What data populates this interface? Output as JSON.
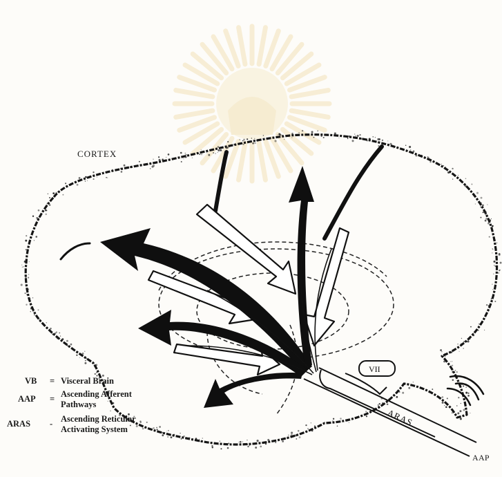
{
  "diagram": {
    "cortex_label": "CORTEX",
    "aras_label": "ARAS",
    "vii_label": "VII",
    "aap_label": "AAP",
    "legend": [
      {
        "abbr": "VB",
        "sep": "=",
        "definition": [
          "Visceral Brain"
        ]
      },
      {
        "abbr": "AAP",
        "sep": "=",
        "definition": [
          "Ascending Afferent",
          "Pathways"
        ]
      },
      {
        "abbr": "ARAS",
        "sep": "-",
        "definition": [
          "Ascending Reticular",
          "Activating System"
        ]
      }
    ],
    "colors": {
      "ink": "#111111",
      "paper": "#fdfcf9",
      "watermark": "#f3e2b8"
    }
  }
}
